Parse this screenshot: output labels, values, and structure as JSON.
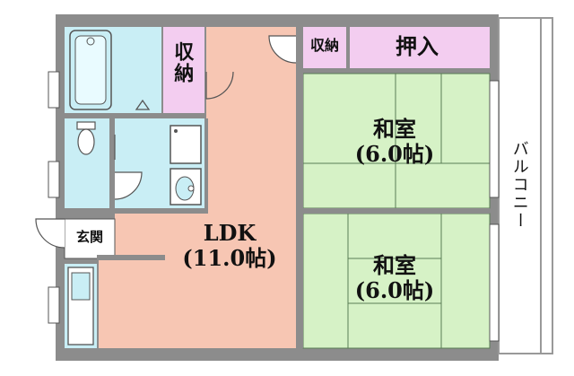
{
  "rooms": {
    "ldk": {
      "name": "LDK",
      "size": "(11.0帖)"
    },
    "washitsu_top": {
      "name": "和室",
      "size": "(6.0帖)"
    },
    "washitsu_bottom": {
      "name": "和室",
      "size": "(6.0帖)"
    },
    "storage_left": "収納",
    "storage_top": "収納",
    "oshiire": "押入",
    "entrance": "玄関",
    "balcony": "バルコニー"
  },
  "colors": {
    "wall": "#8c8c8c",
    "ldk_floor": "#f7c6b3",
    "wet_area": "#c9eef5",
    "tatami": "#d6f2c6",
    "storage": "#f3cdf0",
    "tatami_line": "#5a7d55"
  }
}
